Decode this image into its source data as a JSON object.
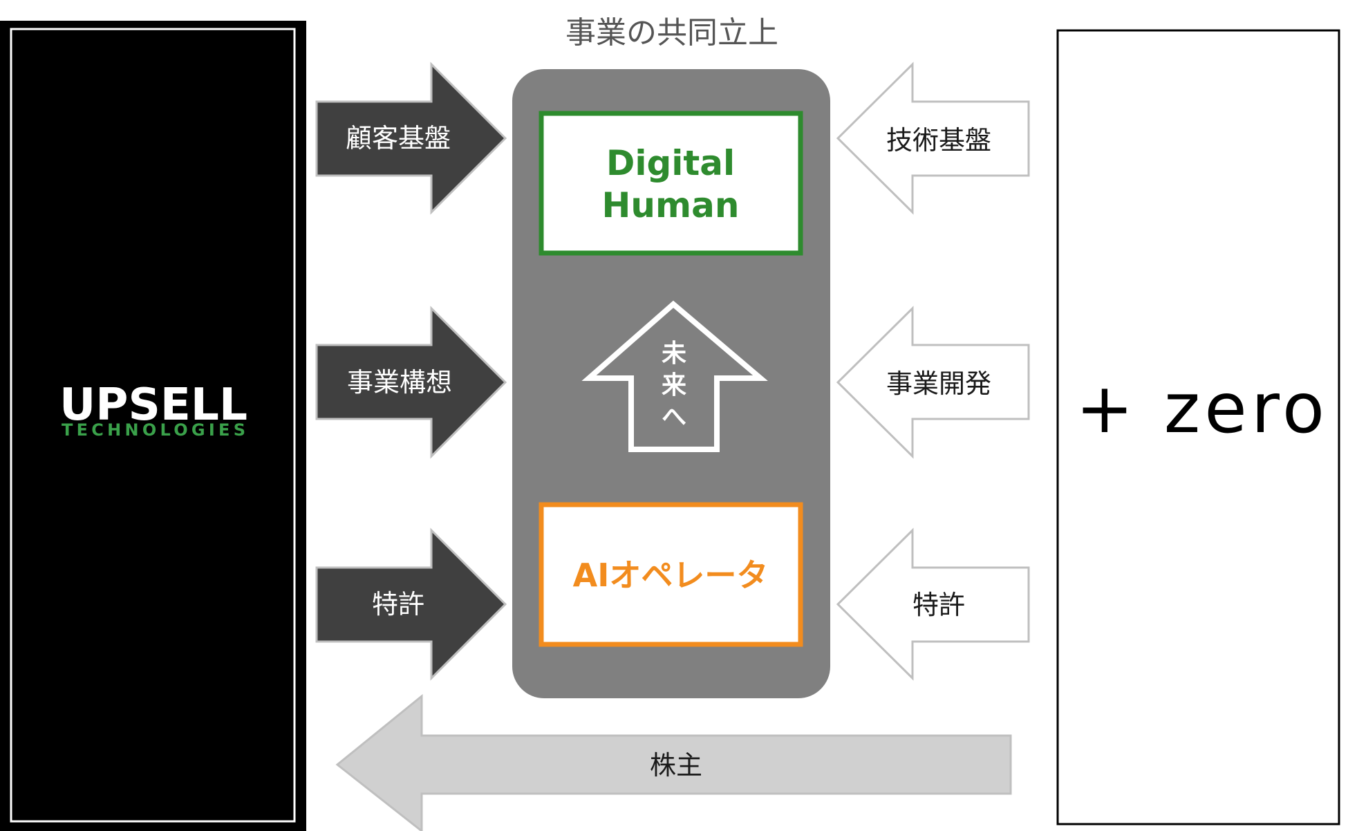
{
  "title": "事業の共同立上",
  "left_company": {
    "name_main": "UPSELL",
    "name_sub": "TECHNOLOGIES"
  },
  "right_company": {
    "name": "+ zero"
  },
  "center": {
    "top_box": {
      "line1": "Digital",
      "line2": "Human"
    },
    "future_arrow": {
      "chars": [
        "未",
        "来",
        "へ"
      ]
    },
    "bottom_box": {
      "label": "AIオペレータ"
    }
  },
  "left_arrows": [
    "顧客基盤",
    "事業構想",
    "特許"
  ],
  "right_arrows": [
    "技術基盤",
    "事業開発",
    "特許"
  ],
  "bottom_arrow": "株主",
  "colors": {
    "dark_arrow": "#404040",
    "center_panel": "#808080",
    "light_arrow": "#d0d0d0",
    "green_accent": "#2e8b2e",
    "orange_accent": "#f28c1e",
    "upsell_sub_green": "#3aa14a"
  }
}
